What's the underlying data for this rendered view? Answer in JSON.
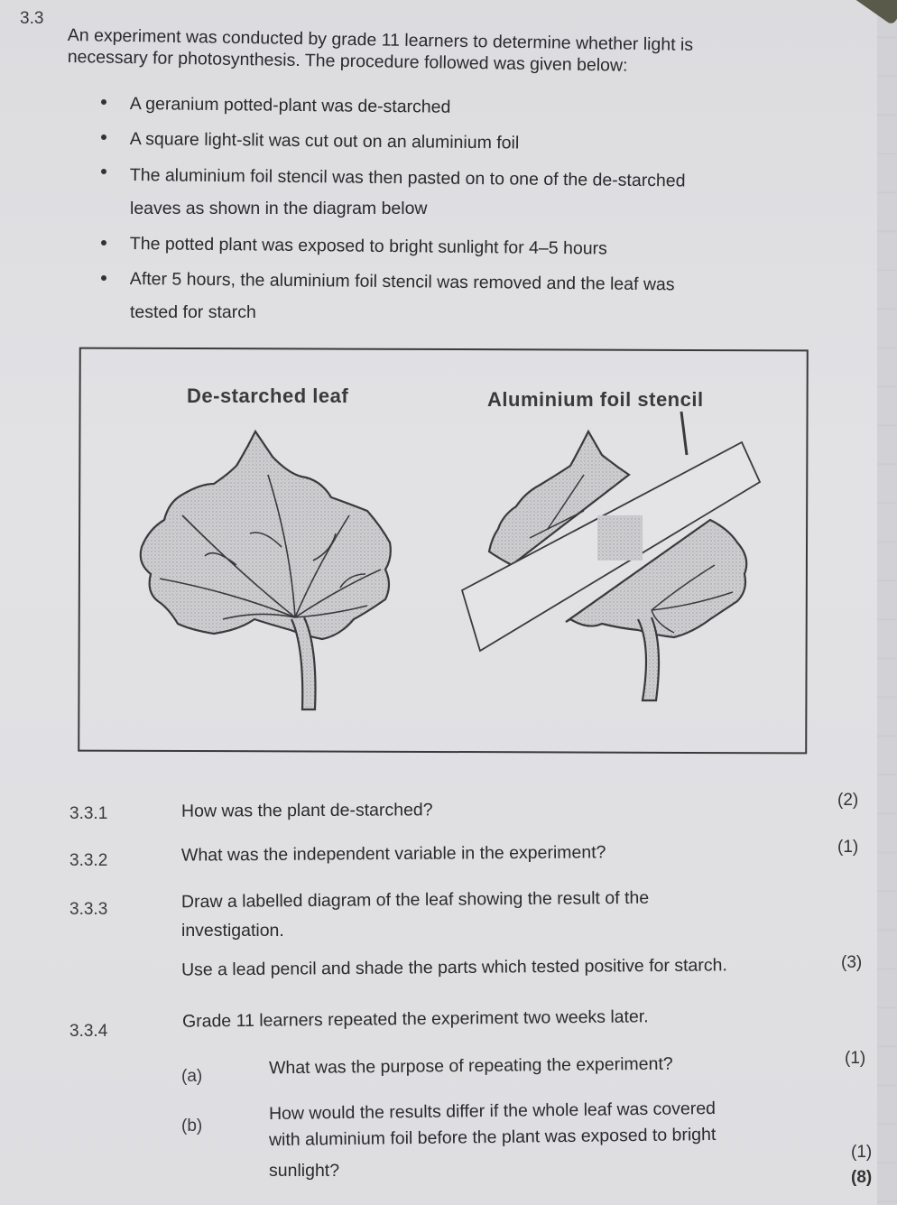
{
  "question": {
    "number": "3.3",
    "intro": [
      "An experiment was conducted by grade 11 learners to determine whether light is",
      "necessary for photosynthesis. The procedure followed was given below:"
    ],
    "procedure": [
      {
        "lines": [
          "A geranium potted-plant was de-starched"
        ]
      },
      {
        "lines": [
          "A square light-slit was cut out on an aluminium foil"
        ]
      },
      {
        "lines": [
          "The aluminium foil stencil was then pasted on to one of the de-starched",
          "leaves as shown in the diagram below"
        ]
      },
      {
        "lines": [
          "The potted plant was exposed to bright sunlight for 4–5 hours"
        ]
      },
      {
        "lines": [
          "After 5 hours, the aluminium foil stencil was removed and the leaf was",
          "tested for starch"
        ]
      }
    ]
  },
  "figure": {
    "left_label": "De-starched leaf",
    "right_label": "Aluminium foil stencil"
  },
  "subquestions": [
    {
      "number": "3.3.1",
      "text": "How was the plant de-starched?",
      "marks": "(2)"
    },
    {
      "number": "3.3.2",
      "text": "What was the independent variable in the experiment?",
      "marks": "(1)"
    },
    {
      "number": "3.3.3",
      "text_lines": [
        "Draw a labelled diagram of the leaf showing the result of the",
        "investigation."
      ],
      "instruction": "Use a lead pencil and shade the parts which tested positive for starch.",
      "marks": "(3)"
    },
    {
      "number": "3.3.4",
      "text": "Grade 11 learners repeated the experiment two weeks later.",
      "parts": [
        {
          "label": "(a)",
          "lines": [
            "What was the purpose of repeating the experiment?"
          ],
          "marks": "(1)"
        },
        {
          "label": "(b)",
          "lines": [
            "How would the results differ if the whole leaf was covered",
            "with aluminium foil before the plant was exposed to bright",
            "sunlight?"
          ],
          "marks": "(1)"
        }
      ]
    }
  ],
  "total_marks": "(8)"
}
